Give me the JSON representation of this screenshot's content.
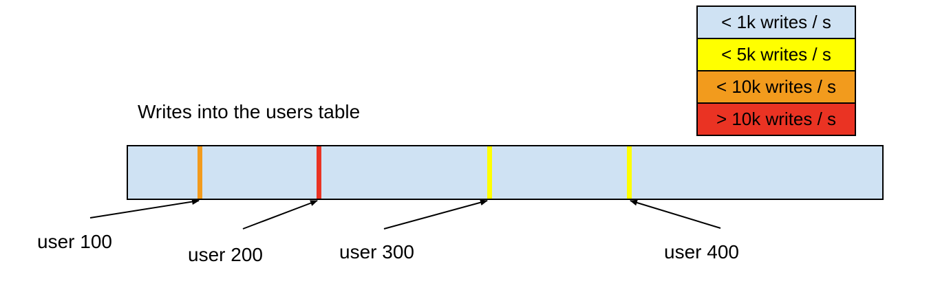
{
  "title": "Writes into the users table",
  "legend": {
    "items": [
      {
        "label": "< 1k writes / s",
        "color": "#cfe2f3"
      },
      {
        "label": "< 5k writes / s",
        "color": "#ffff00"
      },
      {
        "label": "< 10k writes / s",
        "color": "#f29b1d"
      },
      {
        "label": "> 10k writes / s",
        "color": "#ea3323"
      }
    ]
  },
  "bar": {
    "fill_color": "#cfe2f3",
    "border_color": "#000000",
    "stripes": [
      {
        "label": "user 100",
        "color": "#f29b1d",
        "position_percent": 9.6
      },
      {
        "label": "user 200",
        "color": "#ea3323",
        "position_percent": 25.3
      },
      {
        "label": "user 300",
        "color": "#ffff00",
        "position_percent": 47.9
      },
      {
        "label": "user 400",
        "color": "#ffff00",
        "position_percent": 66.4
      }
    ]
  },
  "labels": [
    {
      "text": "user 100"
    },
    {
      "text": "user 200"
    },
    {
      "text": "user 300"
    },
    {
      "text": "user 400"
    }
  ],
  "arrow_color": "#000000"
}
